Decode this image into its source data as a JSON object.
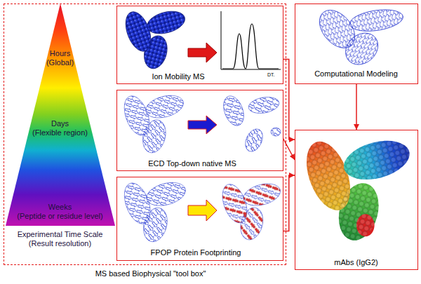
{
  "diagram": {
    "nodes": [
      {
        "text": [
          "MS based Biophysical \"tool box\""
        ]
      },
      {
        "text": [
          "Hours (Global)",
          "Days (Flexible region)",
          "Weeks (Peptide or residue level)",
          "Experimental Time Scale (Result resolution)"
        ],
        "in": 0
      },
      {
        "text": [
          "Ion Mobility MS"
        ],
        "in": 0
      },
      {
        "text": [
          "ECD Top-down native MS"
        ],
        "in": 0
      },
      {
        "text": [
          "FPOP Protein Footprinting"
        ],
        "in": 0
      },
      {
        "text": [
          "Computational Modeling"
        ]
      },
      {
        "text": [
          "mAbs (IgG2)"
        ]
      }
    ],
    "edges": [
      {
        "from": 2,
        "to": 6,
        "arrow": "to"
      },
      {
        "from": 3,
        "to": 6,
        "arrow": "to"
      },
      {
        "from": 4,
        "to": 6,
        "arrow": "to"
      },
      {
        "from": 5,
        "to": 6,
        "arrow": "to"
      }
    ],
    "labels": [
      "DT."
    ]
  }
}
